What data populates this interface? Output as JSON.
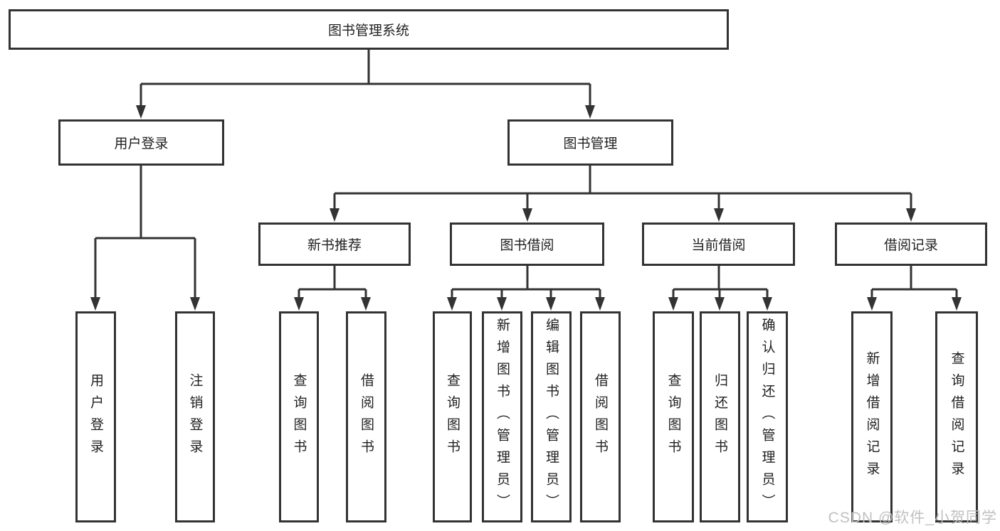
{
  "tree": {
    "root": {
      "label": "图书管理系统",
      "children": [
        {
          "label": "用户登录",
          "children": [
            {
              "label": "用户登录"
            },
            {
              "label": "注销登录"
            }
          ]
        },
        {
          "label": "图书管理",
          "children": [
            {
              "label": "新书推荐",
              "children": [
                {
                  "label": "查询图书"
                },
                {
                  "label": "借阅图书"
                }
              ]
            },
            {
              "label": "图书借阅",
              "children": [
                {
                  "label": "查询图书"
                },
                {
                  "label": "新增图书（管理员）"
                },
                {
                  "label": "编辑图书（管理员）"
                },
                {
                  "label": "借阅图书"
                }
              ]
            },
            {
              "label": "当前借阅",
              "children": [
                {
                  "label": "查询图书"
                },
                {
                  "label": "归还图书"
                },
                {
                  "label": "确认归还（管理员）"
                }
              ]
            },
            {
              "label": "借阅记录",
              "children": [
                {
                  "label": "新增借阅记录"
                },
                {
                  "label": "查询借阅记录"
                }
              ]
            }
          ]
        }
      ]
    }
  },
  "watermark": {
    "text": "CSDN @软件_小贺同学"
  },
  "colors": {
    "line": "#333333",
    "box_border": "#333333",
    "text": "#1f1f1f",
    "watermark": "#c0c0c0",
    "background": "#ffffff"
  }
}
